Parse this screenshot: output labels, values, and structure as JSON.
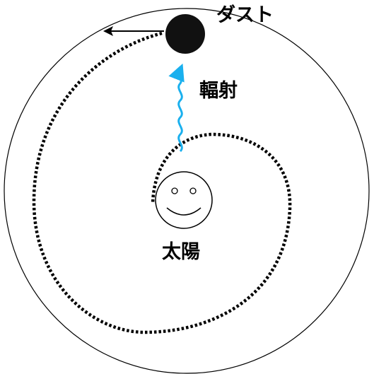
{
  "labels": {
    "dust": "ダスト",
    "radiation": "輻射",
    "sun": "太陽"
  },
  "colors": {
    "orbit": "#000000",
    "spiral_path": "#000000",
    "dust": "#111111",
    "radiation_wave": "#1ab0ee",
    "arrow": "#000000",
    "sun_outline": "#000000"
  },
  "icons": {
    "sun": "smiling-sun-face",
    "dust": "dust-particle",
    "radiation": "wavy-radiation-arrow",
    "motion": "motion-arrow"
  }
}
